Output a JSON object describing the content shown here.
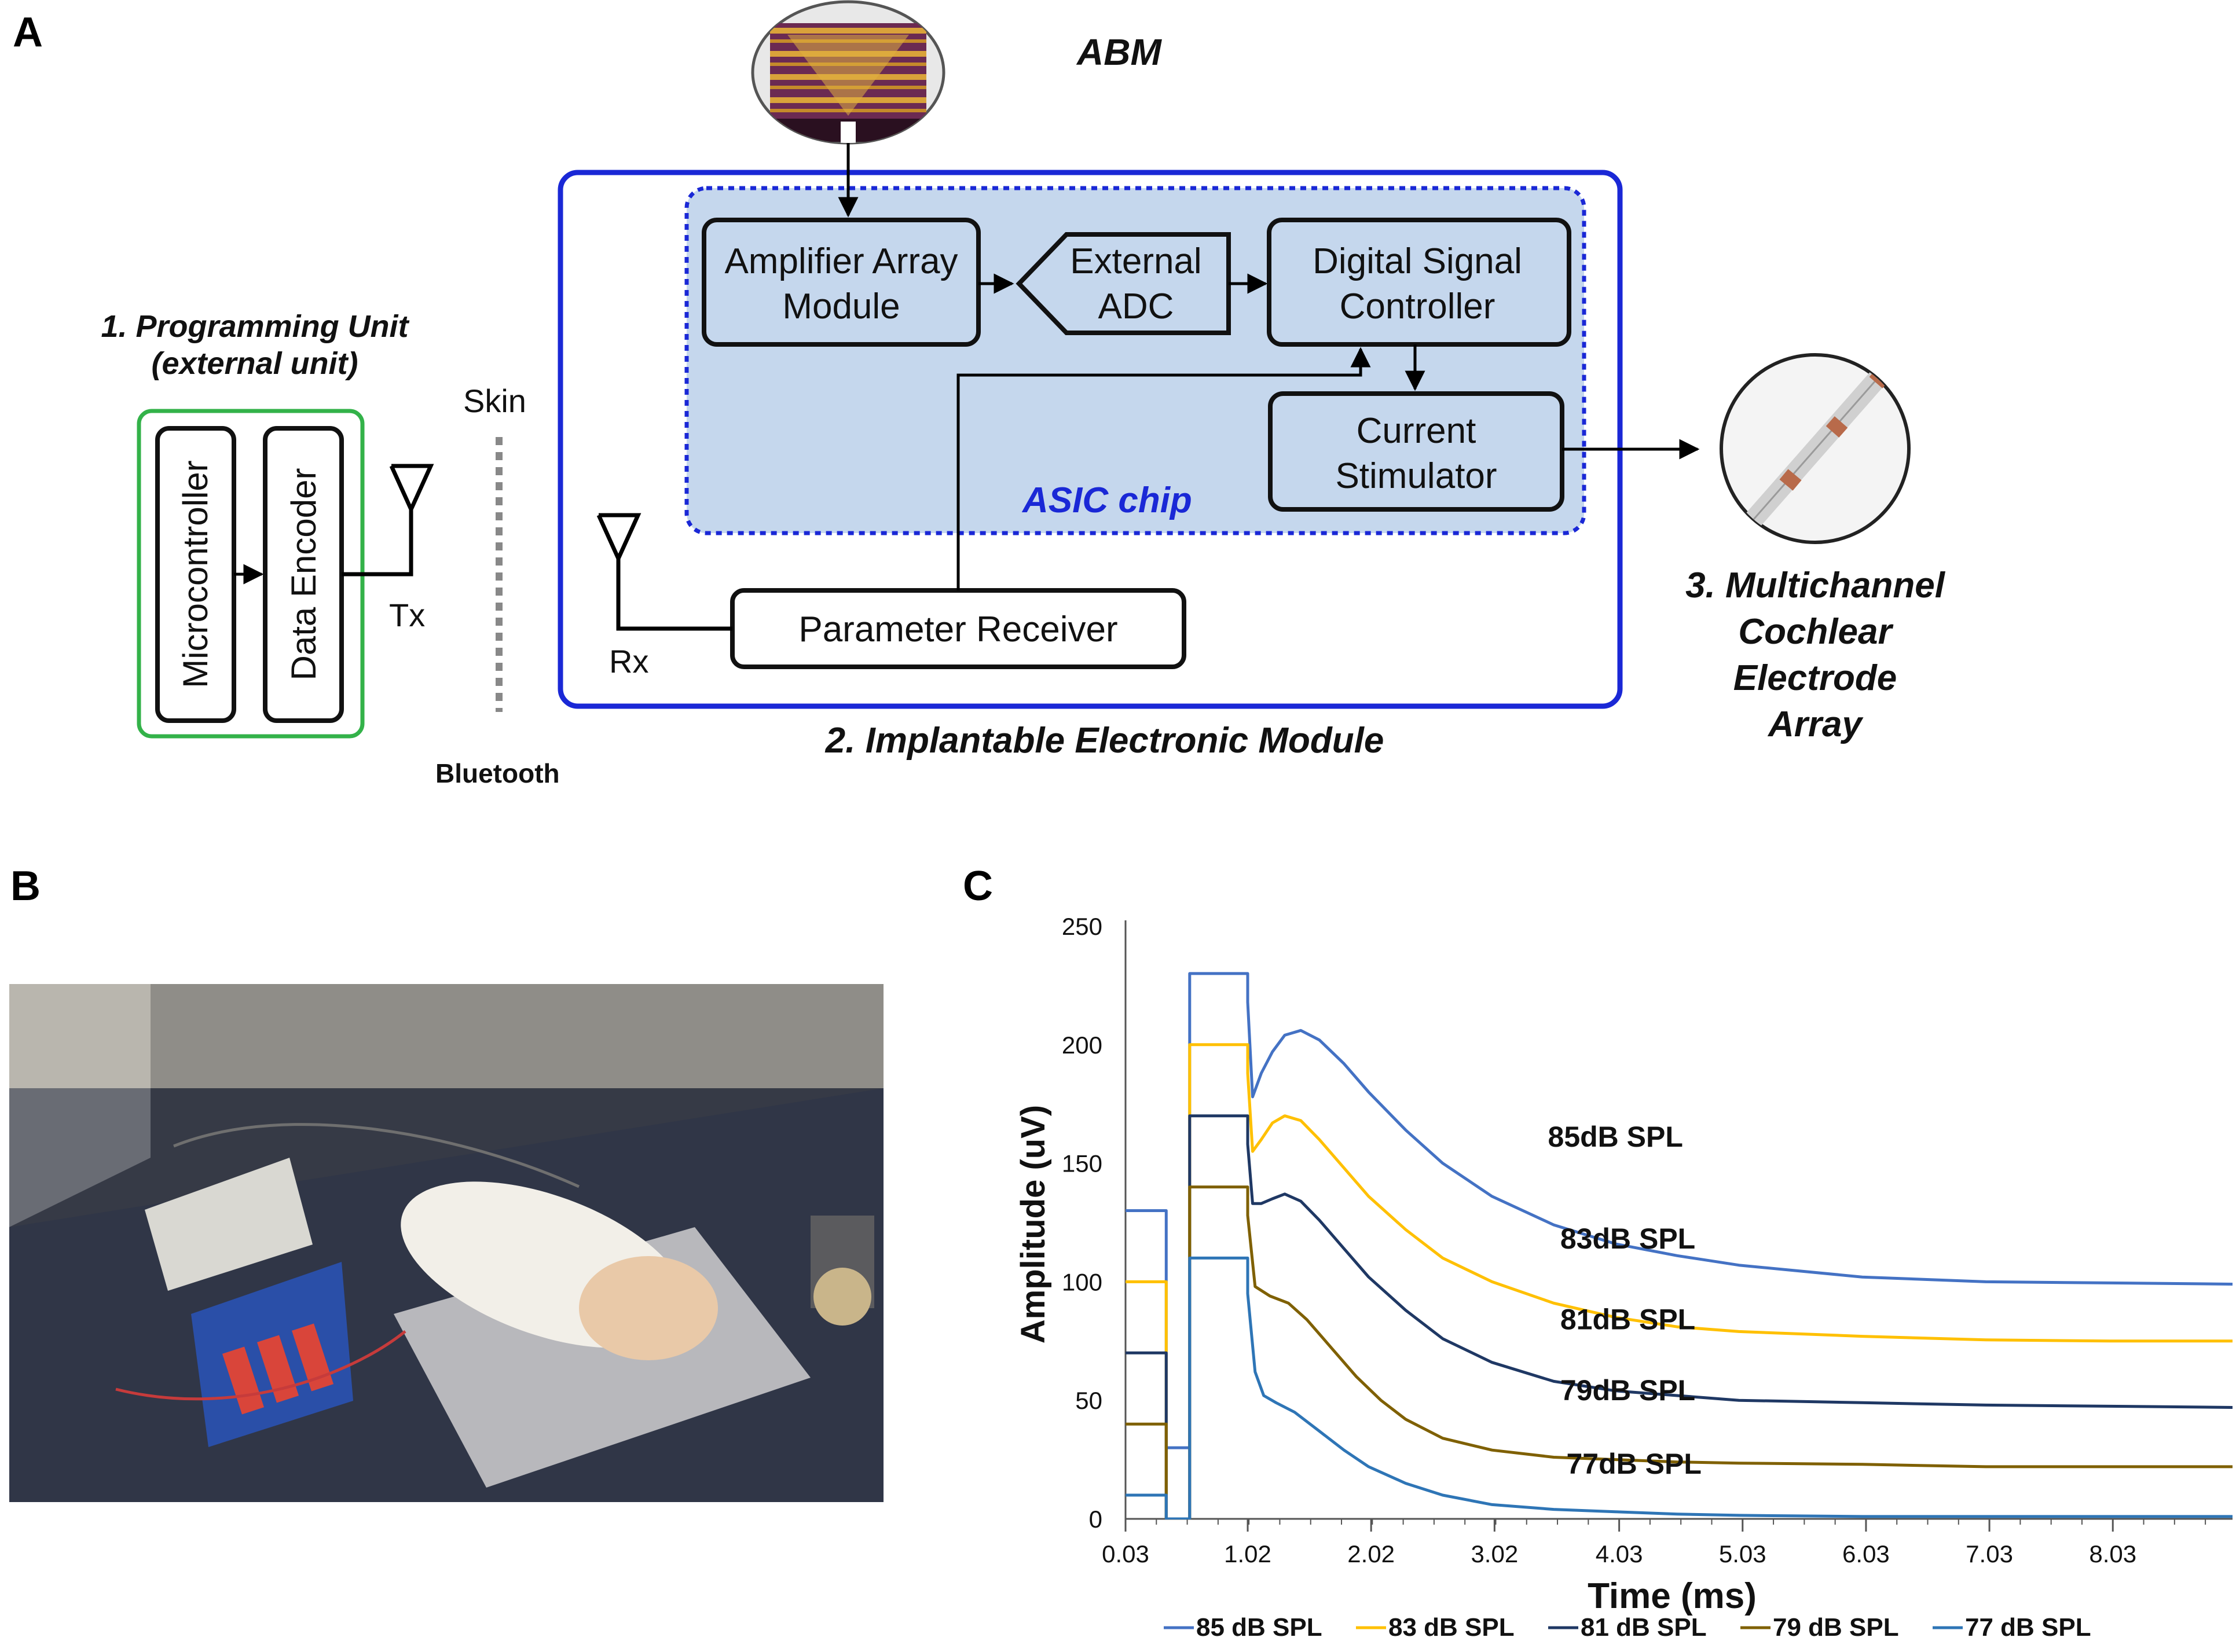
{
  "panels": {
    "a": "A",
    "b": "B",
    "c": "C"
  },
  "diagram": {
    "abm": "ABM",
    "programming_unit": [
      "1. Programming Unit",
      "(external unit)"
    ],
    "microcontroller": "Microcontroller",
    "data_encoder": "Data Encoder",
    "tx": "Tx",
    "skin": "Skin",
    "bluetooth": "Bluetooth",
    "rx": "Rx",
    "amplifier": [
      "Amplifier Array",
      "Module"
    ],
    "adc": [
      "External",
      "ADC"
    ],
    "dsc": [
      "Digital  Signal",
      "Controller"
    ],
    "stimulator": [
      "Current",
      "Stimulator"
    ],
    "asic": "ASIC chip",
    "receiver": "Parameter Receiver",
    "module_title": "2. Implantable Electronic Module",
    "electrode": [
      "3. Multichannel",
      "Cochlear",
      "Electrode",
      "Array"
    ]
  },
  "chart_data": {
    "type": "line",
    "xlabel": "Time (ms)",
    "ylabel": "Amplitude (uV)",
    "xlim": [
      0.03,
      9.0
    ],
    "ylim": [
      0,
      250
    ],
    "xticks": [
      "0.03",
      "1.02",
      "2.02",
      "3.02",
      "4.03",
      "5.03",
      "6.03",
      "7.03",
      "8.03"
    ],
    "yticks": [
      "0",
      "50",
      "100",
      "150",
      "200",
      "250"
    ],
    "series": [
      {
        "name": "85 dB SPL",
        "label": "85dB SPL",
        "color": "#4472c4",
        "x": [
          0.03,
          0.36,
          0.36,
          0.4,
          0.4,
          0.38,
          0.38,
          0.55,
          0.55,
          1.02,
          1.02,
          1.06,
          1.13,
          1.22,
          1.32,
          1.45,
          1.6,
          1.8,
          2.0,
          2.3,
          2.6,
          3.0,
          3.5,
          4.0,
          4.5,
          5.0,
          6.0,
          7.0,
          8.0,
          9.0
        ],
        "y": [
          130,
          130,
          30,
          30,
          30,
          30,
          30,
          30,
          230,
          230,
          218,
          178,
          188,
          197,
          204,
          206,
          202,
          192,
          180,
          164,
          150,
          136,
          124,
          116,
          111,
          107,
          102,
          100,
          99.5,
          99
        ]
      },
      {
        "name": "83 dB SPL",
        "label": "83dB SPL",
        "color": "#ffc000",
        "x": [
          0.03,
          0.36,
          0.36,
          0.4,
          0.4,
          0.52,
          0.55,
          0.55,
          1.02,
          1.02,
          1.06,
          1.13,
          1.22,
          1.32,
          1.45,
          1.6,
          1.8,
          2.0,
          2.3,
          2.6,
          3.0,
          3.5,
          4.0,
          4.5,
          5.0,
          6.0,
          7.0,
          8.0,
          9.0
        ],
        "y": [
          100,
          100,
          0,
          0,
          0,
          0,
          0,
          200,
          200,
          188,
          155,
          160,
          167,
          170,
          168,
          160,
          148,
          136,
          122,
          110,
          100,
          91,
          85,
          81,
          79,
          77,
          75.5,
          75,
          75
        ]
      },
      {
        "name": "81 dB SPL",
        "label": "81dB SPL",
        "color": "#1f3864",
        "x": [
          0.03,
          0.36,
          0.36,
          0.52,
          0.55,
          0.55,
          1.02,
          1.02,
          1.06,
          1.13,
          1.22,
          1.32,
          1.45,
          1.6,
          1.8,
          2.0,
          2.3,
          2.6,
          3.0,
          3.5,
          4.0,
          4.5,
          5.0,
          6.0,
          7.0,
          8.0,
          9.0
        ],
        "y": [
          70,
          70,
          0,
          0,
          0,
          170,
          170,
          158,
          133,
          133,
          135,
          137,
          134,
          126,
          114,
          102,
          88,
          76,
          66,
          58,
          54,
          52,
          50,
          49,
          48,
          47.5,
          47
        ]
      },
      {
        "name": "79 dB SPL",
        "label": "79dB SPL",
        "color": "#7f6000",
        "x": [
          0.03,
          0.36,
          0.36,
          0.52,
          0.55,
          0.55,
          1.02,
          1.02,
          1.08,
          1.2,
          1.35,
          1.5,
          1.7,
          1.9,
          2.1,
          2.3,
          2.6,
          3.0,
          3.5,
          4.0,
          4.5,
          5.0,
          6.0,
          7.0,
          8.0,
          9.0
        ],
        "y": [
          40,
          40,
          0,
          0,
          0,
          140,
          140,
          128,
          98,
          94,
          91,
          84,
          72,
          60,
          50,
          42,
          34,
          29,
          26,
          25,
          24,
          23.5,
          23,
          22,
          22,
          22
        ]
      },
      {
        "name": "77 dB SPL",
        "label": "77dB SPL",
        "color": "#2e75b6",
        "x": [
          0.03,
          0.36,
          0.36,
          0.52,
          0.55,
          0.55,
          1.02,
          1.02,
          1.08,
          1.15,
          1.25,
          1.4,
          1.6,
          1.8,
          2.0,
          2.3,
          2.6,
          3.0,
          3.5,
          4.0,
          4.5,
          5.0,
          6.0,
          7.0,
          8.0,
          9.0
        ],
        "y": [
          10,
          10,
          0,
          0,
          0,
          110,
          110,
          95,
          62,
          52,
          49,
          45,
          37,
          29,
          22,
          15,
          10,
          6,
          4,
          3,
          2,
          1.5,
          1,
          1,
          1,
          1
        ]
      }
    ],
    "legend": [
      "85 dB SPL",
      "83 dB SPL",
      "81 dB SPL",
      "79 dB SPL",
      "77 dB SPL"
    ],
    "legend_position": "bottom"
  }
}
